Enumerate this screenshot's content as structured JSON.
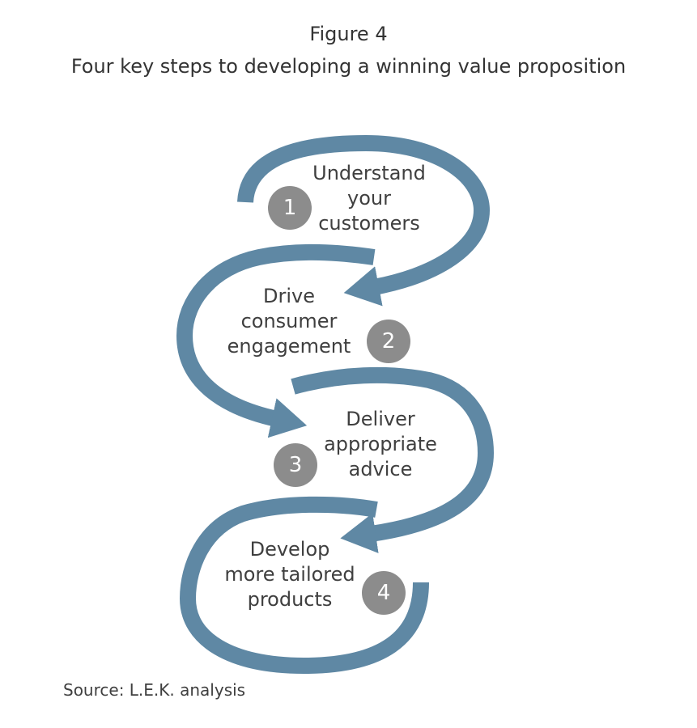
{
  "figure": {
    "number": "Figure 4",
    "title": "Four key steps to developing a winning value proposition"
  },
  "colors": {
    "arrow": "#5f88a4",
    "badge": "#8c8c8c",
    "badge_text": "#ffffff",
    "text": "#3f3f3f"
  },
  "steps": [
    {
      "number": "1",
      "lines": [
        "Understand",
        "your",
        "customers"
      ]
    },
    {
      "number": "2",
      "lines": [
        "Drive",
        "consumer",
        "engagement"
      ]
    },
    {
      "number": "3",
      "lines": [
        "Deliver",
        "appropriate",
        "advice"
      ]
    },
    {
      "number": "4",
      "lines": [
        "Develop",
        "more tailored",
        "products"
      ]
    }
  ],
  "source": "Source: L.E.K. analysis"
}
